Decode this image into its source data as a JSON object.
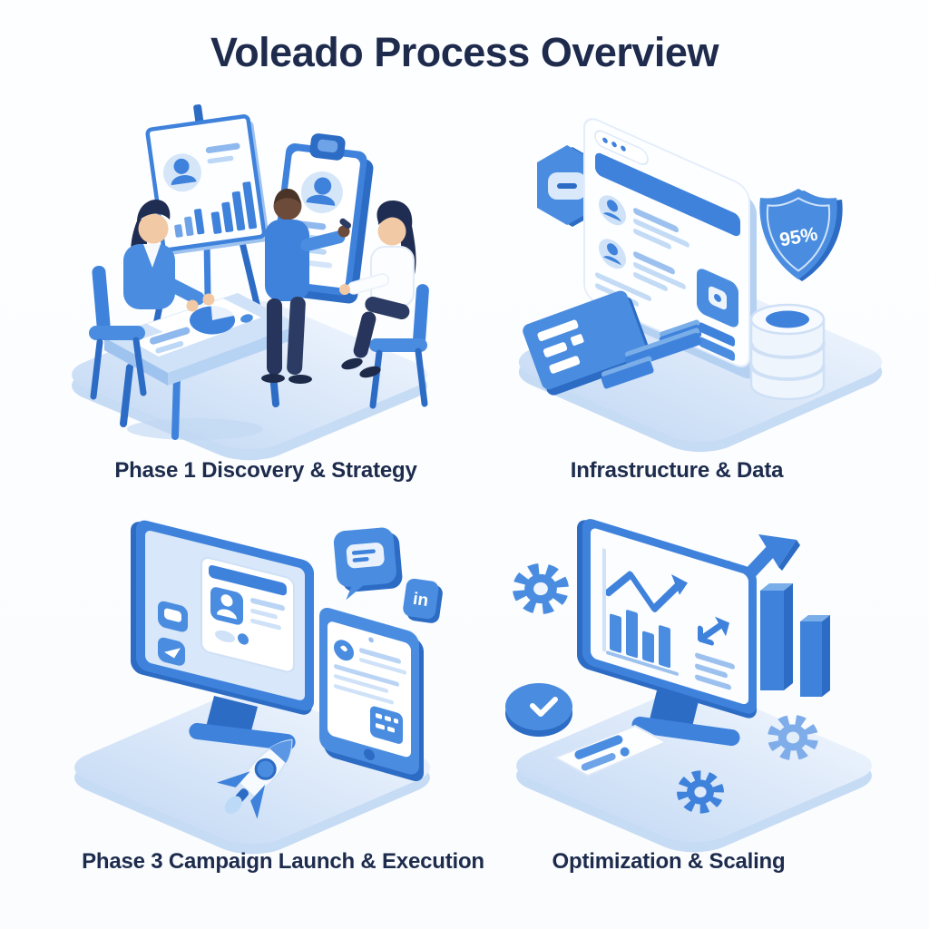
{
  "title": "Voleado Process Overview",
  "colors": {
    "accent": "#3f82dc",
    "accent_dark": "#2d6cc4",
    "accent_mid": "#5b97e4",
    "accent_light": "#cfe2f8",
    "platform": "#d9e7f9",
    "title_text": "#1e2b4d"
  },
  "quadrants": [
    {
      "id": "phase-1-discovery-strategy",
      "label": "Phase 1 Discovery & Strategy",
      "icons": [
        "presentation-easel-icon",
        "avatar-icon",
        "bar-chart-icon",
        "clipboard-profile-icon",
        "meeting-table-icon",
        "pie-chart-document-icon",
        "consultant-person-icon",
        "presenter-person-icon",
        "client-person-icon",
        "chair-icon"
      ]
    },
    {
      "id": "infrastructure-data",
      "label": "Infrastructure & Data",
      "shield_value": "95%",
      "icons": [
        "browser-window-icon",
        "window-dots-icon",
        "user-list-icon",
        "app-card-icon",
        "hexagon-badge-icon",
        "security-shield-icon",
        "database-cylinder-icon",
        "data-panel-icon",
        "stacked-bars-icon"
      ]
    },
    {
      "id": "phase-3-campaign-launch-execution",
      "label": "Phase 3 Campaign Launch & Execution",
      "linkedin_glyph": "in",
      "icons": [
        "desktop-monitor-icon",
        "chat-app-icon",
        "send-app-icon",
        "profile-card-icon",
        "message-bubble-icon",
        "linkedin-icon",
        "tablet-icon",
        "grid-card-icon",
        "rocket-icon"
      ]
    },
    {
      "id": "optimization-scaling",
      "label": "Optimization & Scaling",
      "icons": [
        "analytics-monitor-icon",
        "trend-line-icon",
        "bar-chart-icon",
        "expand-arrow-icon",
        "growth-arrow-icon",
        "column-bars-icon",
        "gear-icon",
        "clock-icon",
        "report-note-icon"
      ]
    }
  ]
}
